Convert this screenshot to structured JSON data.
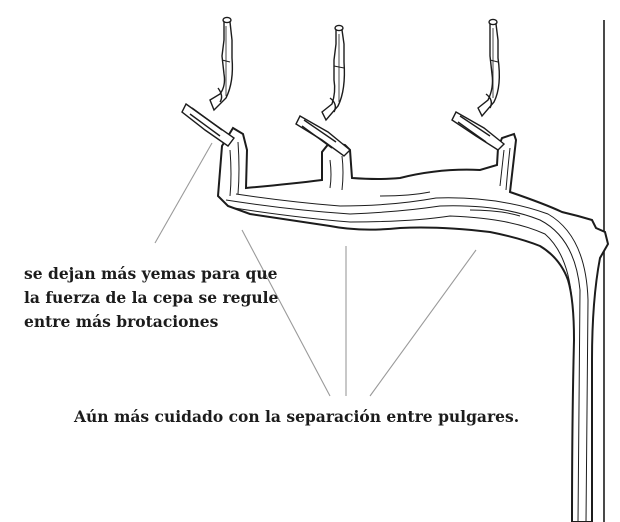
{
  "annotations": {
    "buds_note": {
      "lines": [
        "se dejan más yemas para que",
        "la fuerza de la cepa se regule",
        "entre más brotaciones"
      ]
    },
    "spur_spacing_note": "Aún más cuidado con la separación entre pulgares."
  },
  "colors": {
    "ink": "#1c1c1c",
    "leader_line": "#9a9a9a",
    "background": "#ffffff"
  }
}
